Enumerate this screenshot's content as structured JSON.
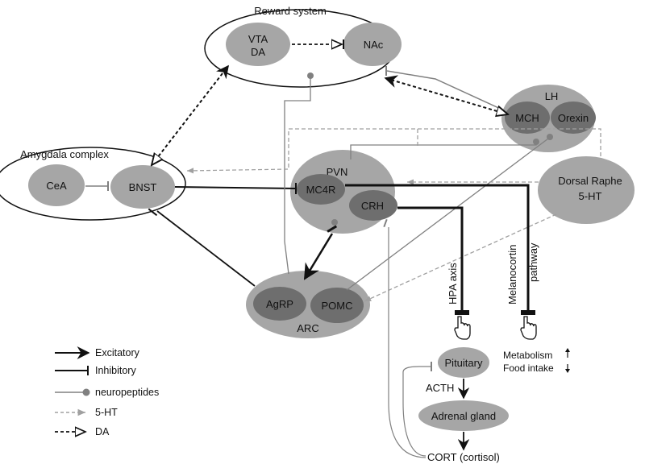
{
  "regions": {
    "reward_system": "Reward system",
    "vta_line1": "VTA",
    "vta_line2": "DA",
    "nac": "NAc",
    "amygdala_complex": "Amygdala complex",
    "cea": "CeA",
    "bnst": "BNST",
    "pvn": "PVN",
    "mc4r": "MC4R",
    "crh": "CRH",
    "lh": "LH",
    "mch": "MCH",
    "orexin": "Orexin",
    "dorsal_raphe_line1": "Dorsal Raphe",
    "dorsal_raphe_line2": "5-HT",
    "arc": "ARC",
    "agrp": "AgRP",
    "pomc": "POMC",
    "pituitary": "Pituitary",
    "adrenal_gland": "Adrenal gland"
  },
  "pathways": {
    "hpa_axis": "HPA axis",
    "melanocortin_line1": "Melanocortin",
    "melanocortin_line2": "pathway"
  },
  "outputs": {
    "acth": "ACTH",
    "cort": "CORT (cortisol)",
    "metabolism": "Metabolism",
    "food_intake": "Food intake"
  },
  "legend": {
    "excitatory": "Excitatory",
    "inhibitory": "Inhibitory",
    "neuropeptides": "neuropeptides",
    "serotonin": "5-HT",
    "dopamine": "DA"
  },
  "colors": {
    "light_region": "#a6a6a6",
    "dark_region": "#6e6e6e",
    "gray_line": "#808080",
    "dashed_gray": "#a0a0a0",
    "black": "#111111"
  },
  "icons": {
    "hand": "pointing-hand-icon",
    "up": "arrow-up-icon",
    "down": "arrow-down-icon"
  }
}
